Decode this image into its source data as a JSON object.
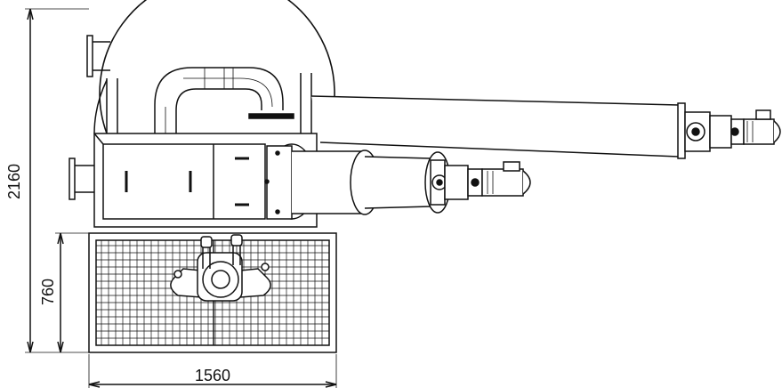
{
  "dimensions": {
    "total_height": "2160",
    "platform_depth": "760",
    "platform_width": "1560"
  },
  "colors": {
    "line": "#111111",
    "fill": "#ffffff"
  },
  "components": [
    "drum-shell",
    "exhaust-elbow-pipe",
    "side-flanges",
    "housing-cabinet",
    "long-screw-conveyor",
    "short-screw-conveyor",
    "gear-motor-far",
    "gear-motor-near",
    "grated-platform",
    "operator-figure"
  ]
}
